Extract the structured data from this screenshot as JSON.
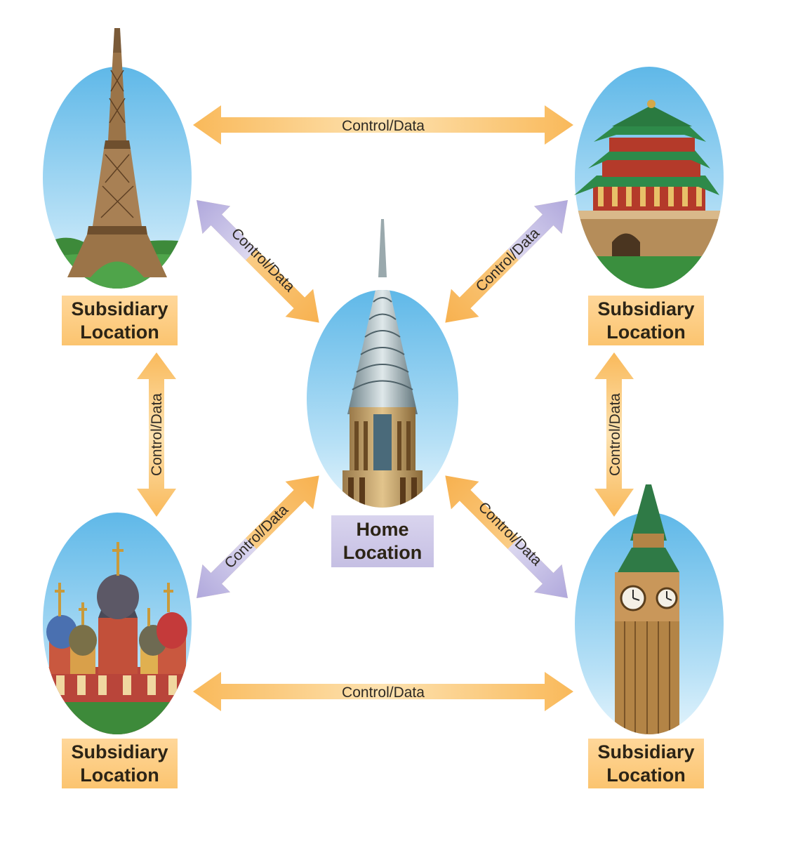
{
  "diagram": {
    "arrow_label": "Control/Data",
    "nodes": {
      "top_left": {
        "line1": "Subsidiary",
        "line2": "Location",
        "landmark": "eiffel-tower-icon"
      },
      "top_right": {
        "line1": "Subsidiary",
        "line2": "Location",
        "landmark": "chinese-pagoda-icon"
      },
      "bottom_left": {
        "line1": "Subsidiary",
        "line2": "Location",
        "landmark": "onion-dome-cathedral-icon"
      },
      "bottom_right": {
        "line1": "Subsidiary",
        "line2": "Location",
        "landmark": "big-ben-clock-tower-icon"
      },
      "center": {
        "line1": "Home",
        "line2": "Location",
        "landmark": "art-deco-skyscraper-icon"
      }
    },
    "colors": {
      "orange_arrow": "#fbc46f",
      "purple_arrow": "#b8b0e0",
      "sky_top": "#5fb8e8",
      "sky_bottom": "#e4f4fc",
      "subsidiary_label_bg": "#fbc46f",
      "home_label_bg": "#c5bfe3"
    }
  }
}
